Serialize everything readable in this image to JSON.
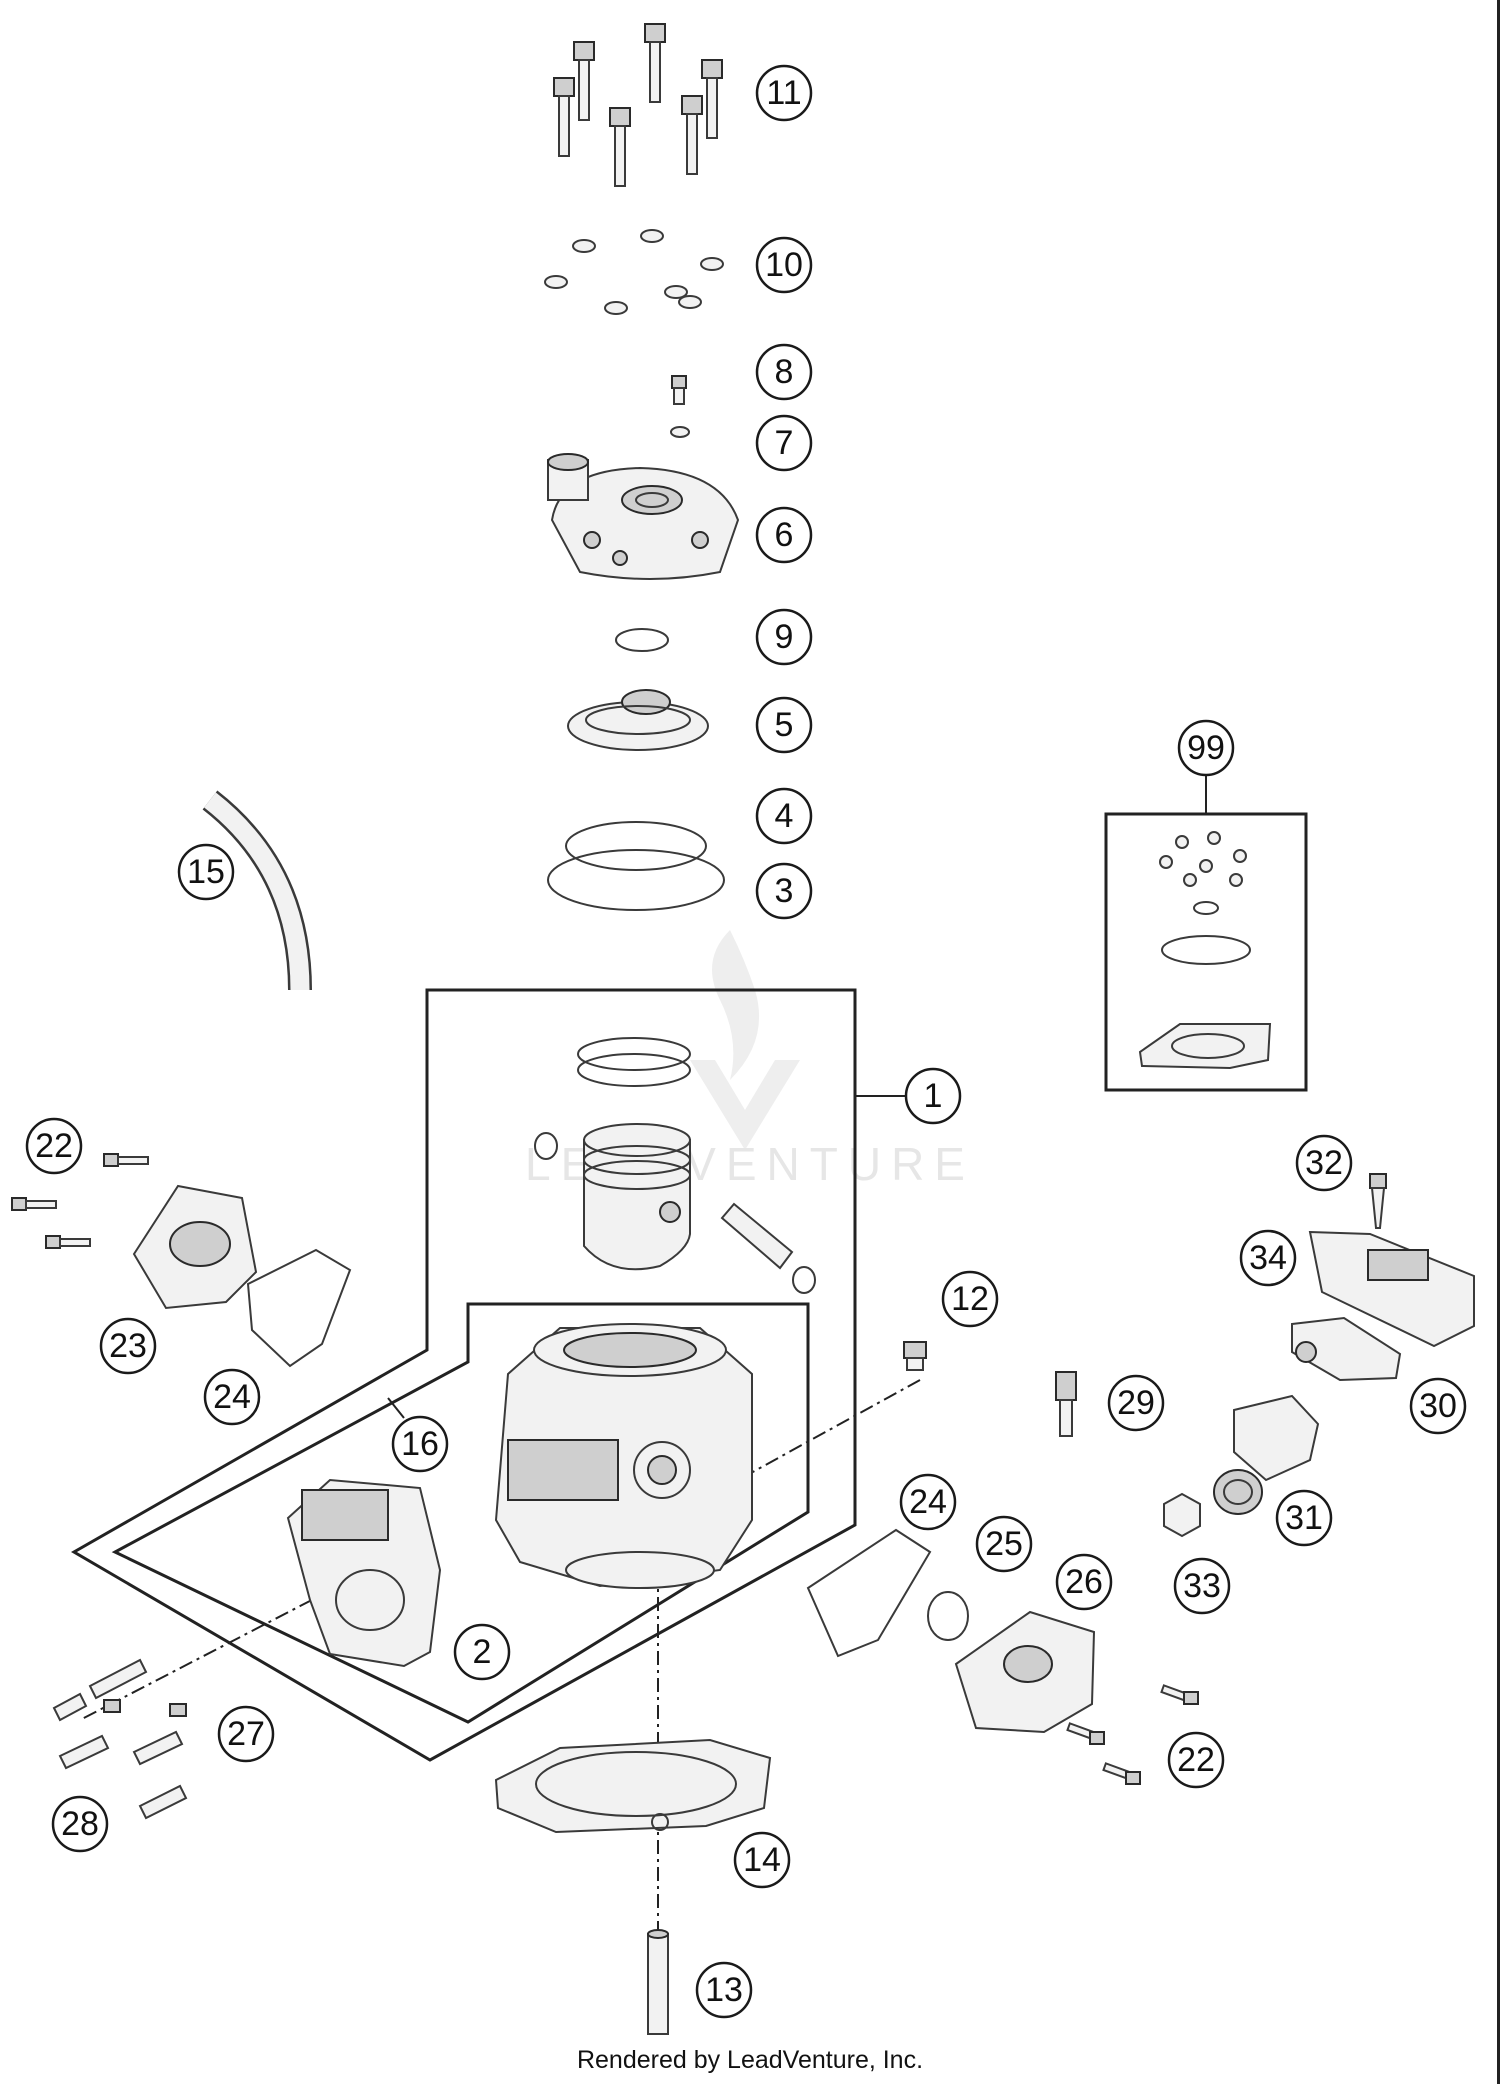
{
  "callouts": [
    {
      "label": "11"
    },
    {
      "label": "10"
    },
    {
      "label": "8"
    },
    {
      "label": "7"
    },
    {
      "label": "6"
    },
    {
      "label": "9"
    },
    {
      "label": "5"
    },
    {
      "label": "4"
    },
    {
      "label": "3"
    },
    {
      "label": "15"
    },
    {
      "label": "99"
    },
    {
      "label": "1"
    },
    {
      "label": "22"
    },
    {
      "label": "32"
    },
    {
      "label": "34"
    },
    {
      "label": "12"
    },
    {
      "label": "23"
    },
    {
      "label": "24"
    },
    {
      "label": "16"
    },
    {
      "label": "29"
    },
    {
      "label": "30"
    },
    {
      "label": "24"
    },
    {
      "label": "31"
    },
    {
      "label": "25"
    },
    {
      "label": "26"
    },
    {
      "label": "33"
    },
    {
      "label": "2"
    },
    {
      "label": "27"
    },
    {
      "label": "22"
    },
    {
      "label": "28"
    },
    {
      "label": "14"
    },
    {
      "label": "13"
    }
  ],
  "watermark": "LEADVENTURE",
  "footer": "Rendered by LeadVenture, Inc."
}
